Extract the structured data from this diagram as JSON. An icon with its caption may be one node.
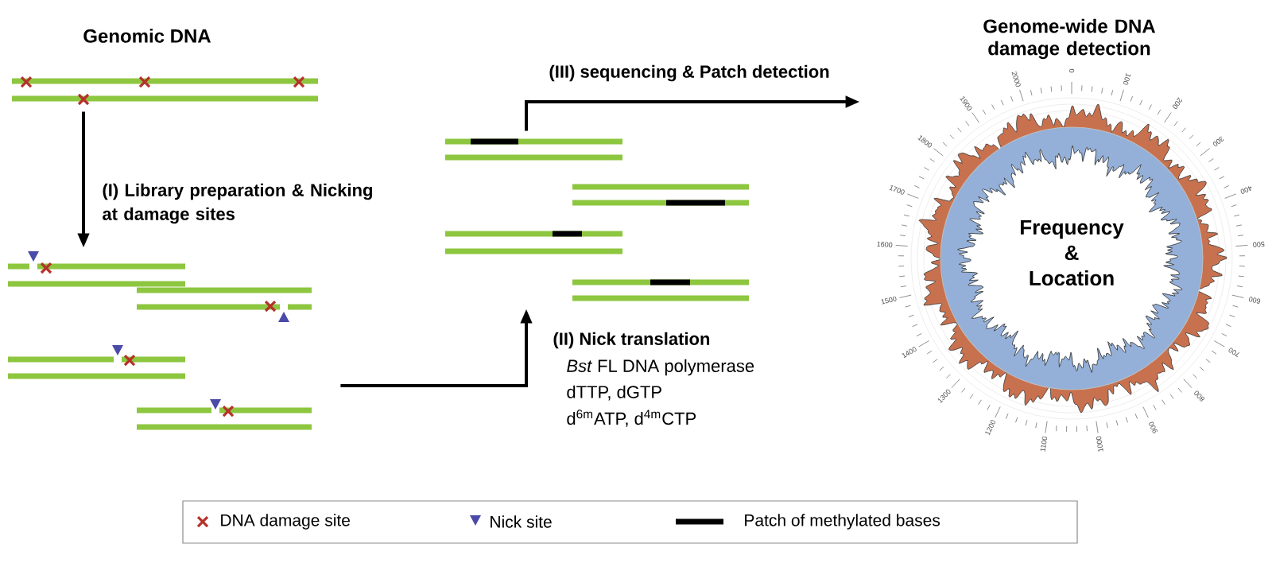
{
  "diagram": {
    "nodes": [
      {
        "text": [
          "Genomic DNA"
        ]
      },
      {
        "text": [],
        "shape": "picture"
      },
      {
        "text": [],
        "shape": "picture"
      },
      {
        "text": [
          "Genome-wide DNA damage detection",
          "Frequency & Location"
        ],
        "beside": [
          "0",
          "100",
          "200",
          "300",
          "400",
          "500",
          "600",
          "700",
          "800",
          "900",
          "1000",
          "1100",
          "1200",
          "1300",
          "1400",
          "1500",
          "1600",
          "1700",
          "1800",
          "1900",
          "2000"
        ]
      }
    ],
    "edges": [
      {
        "from": 0,
        "to": 1,
        "arrow": "to",
        "label": "(I) Library preparation & Nicking at damage sites"
      },
      {
        "from": 1,
        "to": 2,
        "arrow": "to",
        "label": "(II) Nick translation"
      },
      {
        "from": 2,
        "to": 3,
        "arrow": "to",
        "label": "(III) sequencing & Patch detection"
      }
    ],
    "labels": [
      "*Bst* FL DNA polymerase",
      "dTTP, dGTP",
      "d$^{6m}$ATP, d$^{4m}$CTP"
    ],
    "legend": [
      {
        "text": "DNA damage site"
      },
      {
        "text": "Nick site"
      },
      {
        "text": "Patch of methylated bases"
      }
    ]
  }
}
